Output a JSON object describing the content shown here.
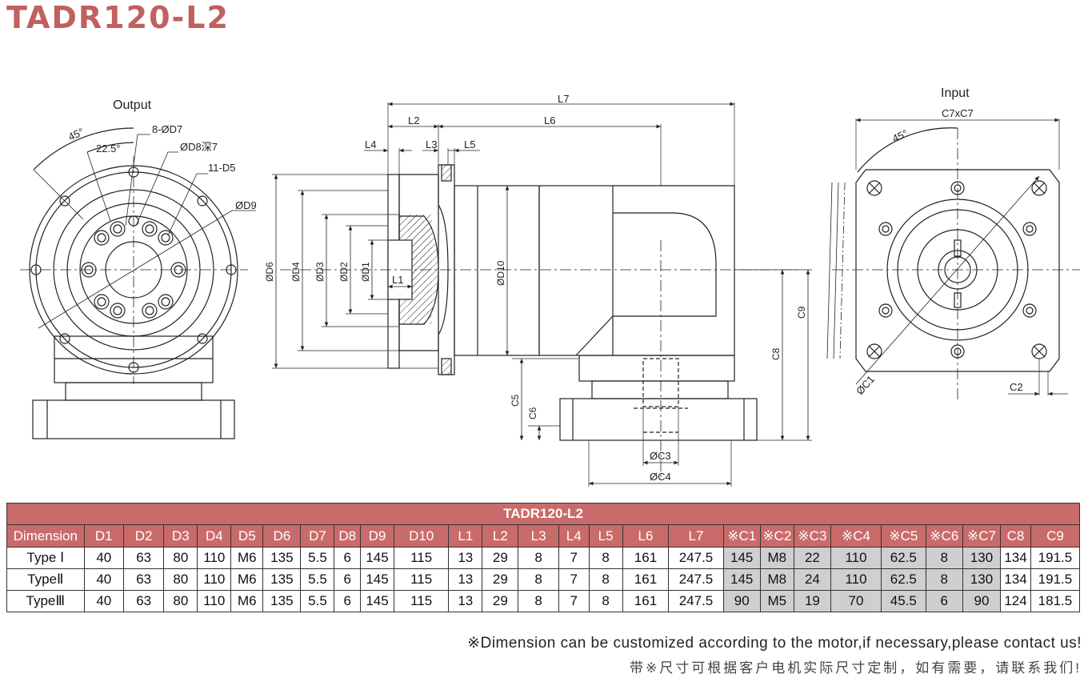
{
  "title": "TADR120-L2",
  "drawing": {
    "output_label": "Output",
    "input_label": "Input",
    "angle_45": "45°",
    "angle_22": "22.5°",
    "holes_d7": "8-ØD7",
    "holes_d8": "ØD8深7",
    "holes_d5": "11-D5",
    "dim_d9": "ØD9",
    "dim_l7": "L7",
    "dim_l2": "L2",
    "dim_l6": "L6",
    "dim_l4": "L4",
    "dim_l3": "L3",
    "dim_l5": "L5",
    "dim_l1": "L1",
    "dim_d6": "ØD6",
    "dim_d4": "ØD4",
    "dim_d3": "ØD3",
    "dim_d2": "ØD2",
    "dim_d1": "ØD1",
    "dim_d10": "ØD10",
    "dim_c9": "C9",
    "dim_c8": "C8",
    "dim_c5": "C5",
    "dim_c6": "C6",
    "dim_c3": "ØC3",
    "dim_c4": "ØC4",
    "dim_c7": "C7xC7",
    "dim_c1": "ØC1",
    "dim_c2": "C2"
  },
  "table": {
    "caption": "TADR120-L2",
    "headers": [
      "Dimension",
      "D1",
      "D2",
      "D3",
      "D4",
      "D5",
      "D6",
      "D7",
      "D8",
      "D9",
      "D10",
      "L1",
      "L2",
      "L3",
      "L4",
      "L5",
      "L6",
      "L7",
      "※C1",
      "※C2",
      "※C3",
      "※C4",
      "※C5",
      "※C6",
      "※C7",
      "C8",
      "C9"
    ],
    "rows": [
      [
        "Type Ⅰ",
        "40",
        "63",
        "80",
        "110",
        "M6",
        "135",
        "5.5",
        "6",
        "145",
        "115",
        "13",
        "29",
        "8",
        "7",
        "8",
        "161",
        "247.5",
        "145",
        "M8",
        "22",
        "110",
        "62.5",
        "8",
        "130",
        "134",
        "191.5"
      ],
      [
        "TypeⅡ",
        "40",
        "63",
        "80",
        "110",
        "M6",
        "135",
        "5.5",
        "6",
        "145",
        "115",
        "13",
        "29",
        "8",
        "7",
        "8",
        "161",
        "247.5",
        "145",
        "M8",
        "24",
        "110",
        "62.5",
        "8",
        "130",
        "134",
        "191.5"
      ],
      [
        "TypeⅢ",
        "40",
        "63",
        "80",
        "110",
        "M6",
        "135",
        "5.5",
        "6",
        "145",
        "115",
        "13",
        "29",
        "8",
        "7",
        "8",
        "161",
        "247.5",
        "90",
        "M5",
        "19",
        "70",
        "45.5",
        "6",
        "90",
        "124",
        "181.5"
      ]
    ]
  },
  "notes": {
    "english": "※Dimension can be customized according to the motor,if necessary,please contact us!",
    "chinese": "带※尺寸可根据客户电机实际尺寸定制，如有需要，请联系我们!"
  }
}
